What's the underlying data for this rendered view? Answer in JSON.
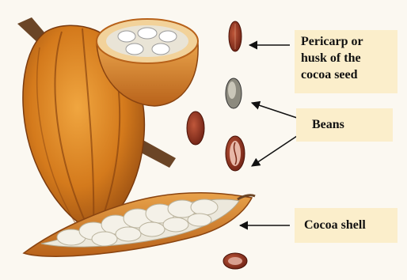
{
  "labels": {
    "husk": [
      "Pericarp or",
      "husk of the",
      "cocoa seed"
    ],
    "beans": "Beans",
    "shell": "Cocoa shell"
  },
  "colors": {
    "pod_orange": "#d9821f",
    "pod_dark": "#8a4410",
    "bean_red": "#7a2a18",
    "pulp_white": "#ece8dc",
    "label_bg": "#fbeecb",
    "arrow": "#111111"
  }
}
